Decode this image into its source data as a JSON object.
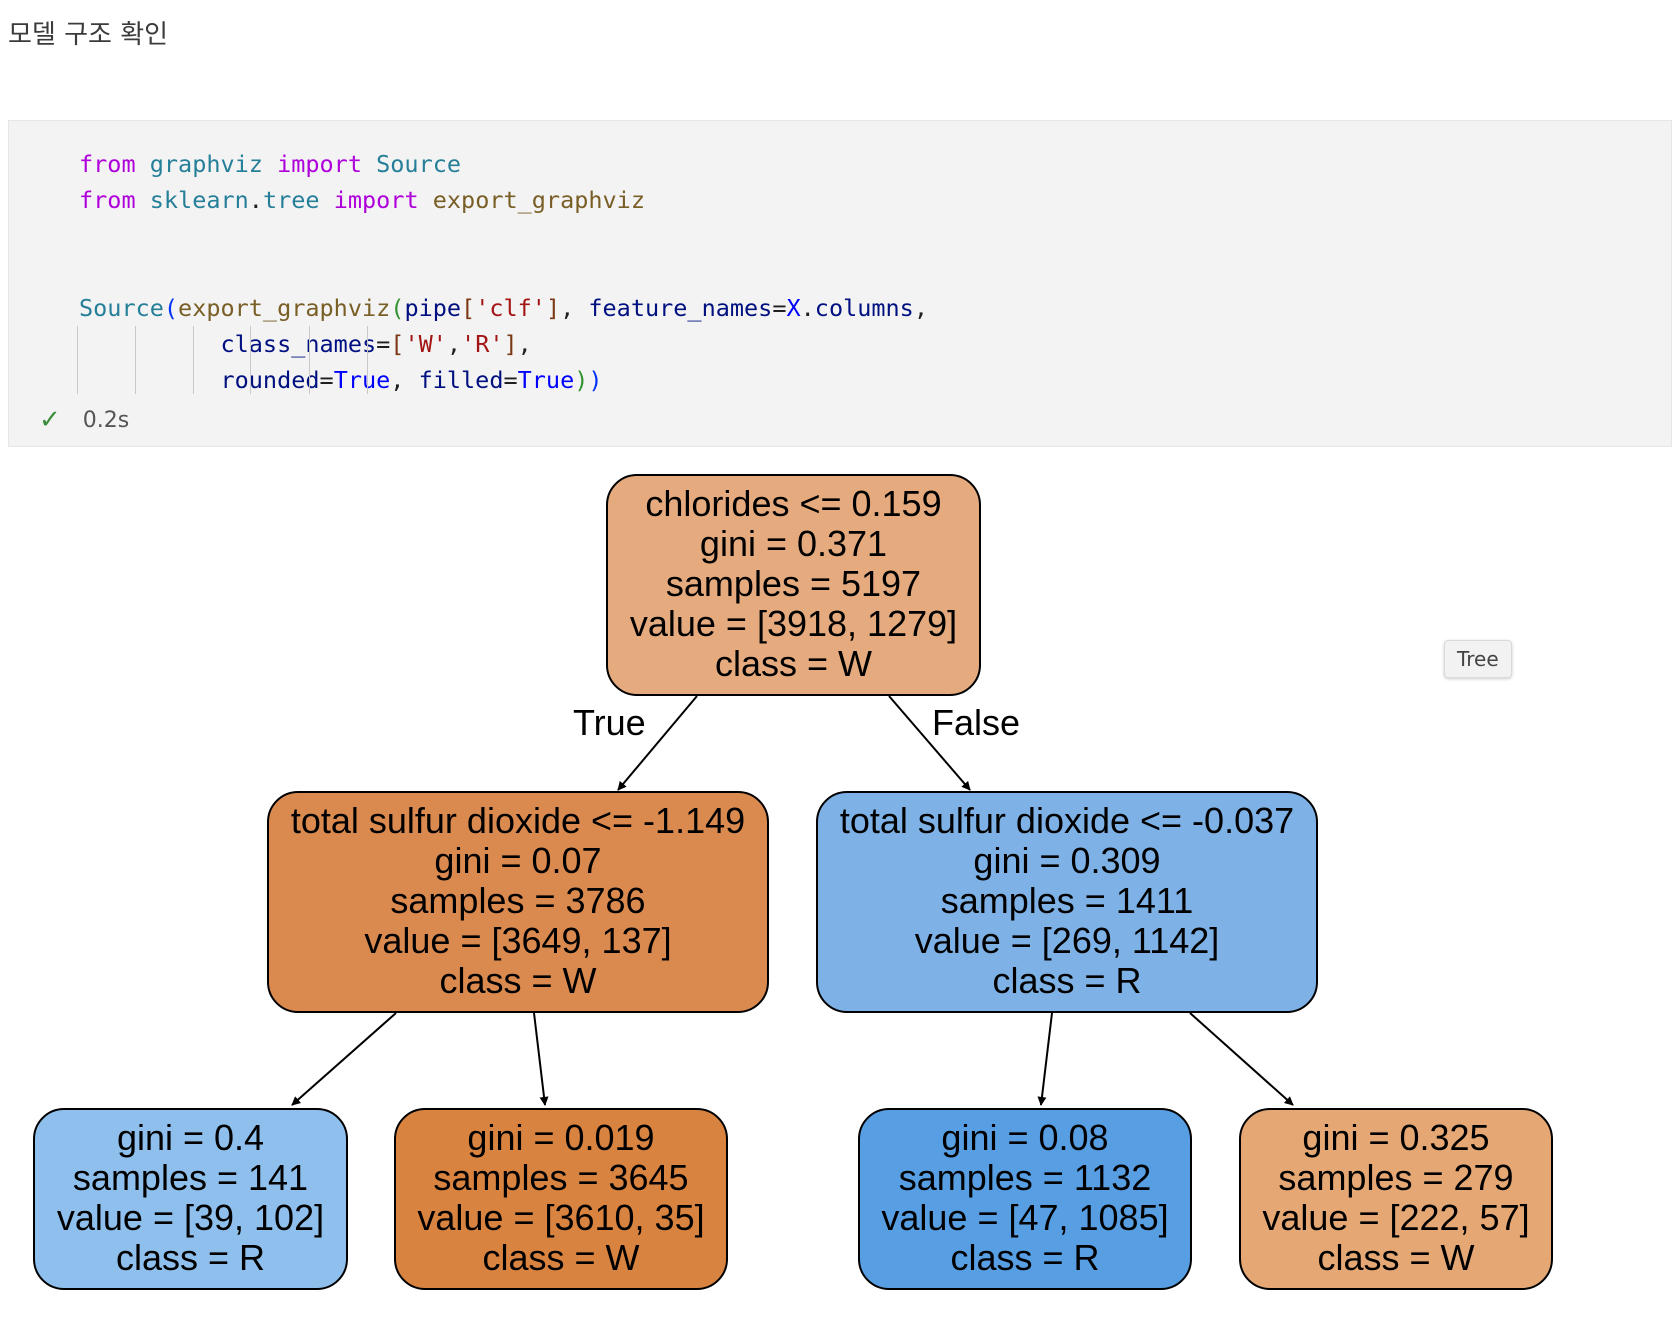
{
  "heading": "모델 구조 확인",
  "code": {
    "line1": {
      "kw1": "from",
      "mod": "graphviz",
      "kw2": "import",
      "name": "Source"
    },
    "line2": {
      "kw1": "from",
      "mod1": "sklearn",
      "dot": ".",
      "mod2": "tree",
      "kw2": "import",
      "name": "export_graphviz"
    },
    "line3": {
      "fn1": "Source",
      "fn2": "export_graphviz",
      "arg1": "pipe",
      "str1": "'clf'",
      "kw_feature": "feature_names",
      "obj": "X",
      "attr": "columns"
    },
    "line4": {
      "kw_class": "class_names",
      "str_w": "'W'",
      "str_r": "'R'"
    },
    "line5": {
      "kw_rounded": "rounded",
      "v_true1": "True",
      "kw_filled": "filled",
      "v_true2": "True"
    }
  },
  "status": {
    "check": "✓",
    "time": "0.2s"
  },
  "tooltip": "Tree",
  "tree": {
    "edge_labels": {
      "true": "True",
      "false": "False"
    },
    "nodes": [
      {
        "id": "n0",
        "lines": [
          "chlorides <= 0.159",
          "gini = 0.371",
          "samples = 5197",
          "value = [3918, 1279]",
          "class = W"
        ],
        "fill": "#e5ab7f"
      },
      {
        "id": "n1",
        "lines": [
          "total sulfur dioxide <= -1.149",
          "gini = 0.07",
          "samples = 3786",
          "value = [3649, 137]",
          "class = W"
        ],
        "fill": "#da8a4f"
      },
      {
        "id": "n2",
        "lines": [
          "total sulfur dioxide <= -0.037",
          "gini = 0.309",
          "samples = 1411",
          "value = [269, 1142]",
          "class = R"
        ],
        "fill": "#7eb2e6"
      },
      {
        "id": "n3",
        "lines": [
          "gini = 0.4",
          "samples = 141",
          "value = [39, 102]",
          "class = R"
        ],
        "fill": "#8fc0ed"
      },
      {
        "id": "n4",
        "lines": [
          "gini = 0.019",
          "samples = 3645",
          "value = [3610, 35]",
          "class = W"
        ],
        "fill": "#d98340"
      },
      {
        "id": "n5",
        "lines": [
          "gini = 0.08",
          "samples = 1132",
          "value = [47, 1085]",
          "class = R"
        ],
        "fill": "#579ee3"
      },
      {
        "id": "n6",
        "lines": [
          "gini = 0.325",
          "samples = 279",
          "value = [222, 57]",
          "class = W"
        ],
        "fill": "#e5a774"
      }
    ]
  }
}
